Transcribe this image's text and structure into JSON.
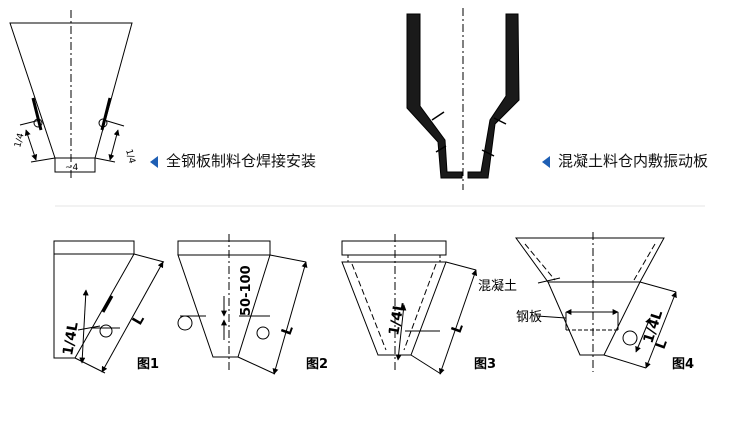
{
  "captions": {
    "steel_bin_weld": "全钢板制料仓焊接安装",
    "concrete_bin_vibrator": "混凝土料仓内敷振动板"
  },
  "figures": {
    "fig1": {
      "label": "图1",
      "dim_quarter": "1/4L",
      "dim_length": "L"
    },
    "fig2": {
      "label": "图2",
      "dim_gap": "50-100",
      "dim_length": "L"
    },
    "fig3": {
      "label": "图3",
      "dim_quarter": "1/4L",
      "dim_length": "L"
    },
    "fig4": {
      "label": "图4",
      "dim_quarter": "1/4L",
      "dim_length": "L",
      "note_concrete": "混凝土",
      "note_steel": "钢板"
    }
  }
}
